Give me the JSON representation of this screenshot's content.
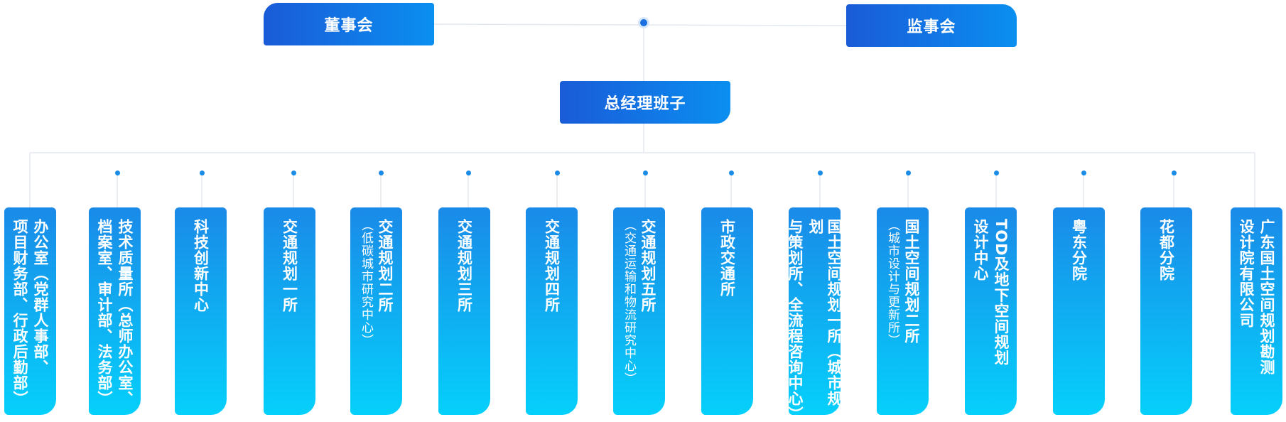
{
  "top": {
    "board": "董事会",
    "supervisors": "监事会",
    "general_manager": "总经理班子"
  },
  "departments": [
    {
      "line1": "办公室（党群人事部、",
      "line2": "项目财务部、行政后勤部）"
    },
    {
      "line1": "技术质量所（总师办公室、",
      "line2": "档案室、审计部、法务部）"
    },
    {
      "line1": "科技创新中心",
      "line2": ""
    },
    {
      "line1": "交通规划一所",
      "line2": ""
    },
    {
      "line1": "交通规划二所",
      "line2": "（低碳城市研究中心）"
    },
    {
      "line1": "交通规划三所",
      "line2": ""
    },
    {
      "line1": "交通规划四所",
      "line2": ""
    },
    {
      "line1": "交通规划五所",
      "line2": "（交通运输和物流研究中心）"
    },
    {
      "line1": "市政交通所",
      "line2": ""
    },
    {
      "line1": "国土空间规划一所（城市规划",
      "line2": "与策划所、全流程咨询中心）"
    },
    {
      "line1": "国土空间规划二所",
      "line2": "（城市设计与更新所）"
    },
    {
      "line1": "TOD及地下空间规划",
      "line2": "设计中心"
    },
    {
      "line1": "粤东分院",
      "line2": ""
    },
    {
      "line1": "花都分院",
      "line2": ""
    },
    {
      "line1": "广东国土空间规划勘测",
      "line2": "设计院有限公司"
    }
  ],
  "colors": {
    "accent_dark": "#1a5bd8",
    "accent_light": "#05d0fb",
    "line": "#e3e8ef"
  }
}
